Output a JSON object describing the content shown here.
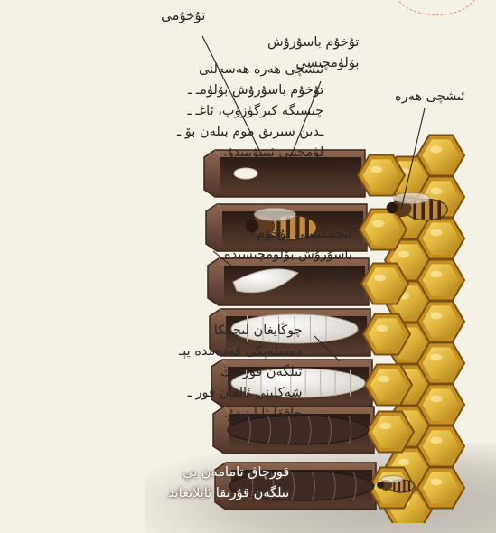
{
  "labels": {
    "egg": "تۇخۇمى",
    "egg_cell": [
      "تۇخۇم باسۇرۇش",
      "بۆلۈمچىسى"
    ],
    "worker_bee": "ئىشچى ھەرە",
    "egg_paragraph": [
      "ئىشچى ھەرە ھەسەلنى",
      "تۇخۇم باسۇرۇش بۆلۈمـ ـ",
      "چىسىگە كىرگۈزۈپ، ئاغـ ـ",
      "ـدىن سىرىق موم بىلەن بۆ ـ",
      "لۈمچىنى ئېتىۋېتىدۇ."
    ],
    "larva_paragraph": [
      "لىچىنكىسى تۇخۇم",
      "باسۇرۇش بۆلۈمچىسىدە",
      "چوڭىيىدۇ."
    ],
    "growth_paragraph": [
      "چوڭايغان لىچىنكا",
      "دەسلەپكى قەدەمدە يېـ",
      "تىلگەن قۇرتنىڭ",
      "شەكلىنى ئالغان قور ـ",
      "چاققا ئايلىنىدۇ."
    ],
    "adult_paragraph": [
      "قورچاق تامامەن يې",
      "تىلگەن قۇرتقا ئايلانغاند"
    ]
  },
  "colors": {
    "background": "#f4f1e6",
    "cell_wood": "#6b4a3a",
    "cell_inner": "#3b2a22",
    "honeycomb": "#e0b43a",
    "larva": "#f1efe8",
    "leader_line": "#2a2623"
  },
  "icons": [
    "egg-icon",
    "bee-icon",
    "larva-icon",
    "pupa-icon"
  ]
}
